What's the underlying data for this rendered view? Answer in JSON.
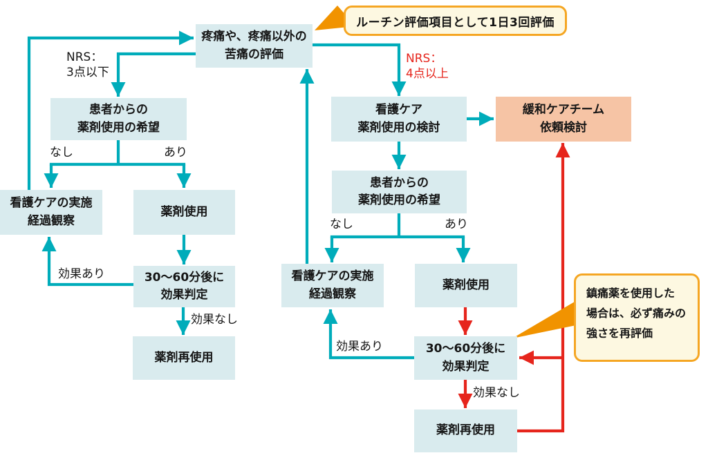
{
  "colors": {
    "arrow_teal": "#00acba",
    "arrow_red": "#e6251c",
    "node_fill": "#d9ebee",
    "palliative_fill": "#f6c4a5",
    "callout_fill": "#fdf8e1",
    "callout_border": "#f5a623",
    "callout_pointer": "#f19300",
    "text": "#151515",
    "nrs_high_text": "#e6251c"
  },
  "nodes": {
    "pain_eval": {
      "label": "疼痛や、疼痛以外の\n苦痛の評価"
    },
    "left_request": {
      "label": "患者からの\n薬剤使用の希望"
    },
    "left_nursing": {
      "label": "看護ケアの実施\n経過観察"
    },
    "left_med_use": {
      "label": "薬剤使用"
    },
    "left_judge": {
      "label": "30〜60分後に\n効果判定"
    },
    "left_med_reuse": {
      "label": "薬剤再使用"
    },
    "right_consider": {
      "label": "看護ケア\n薬剤使用の検討"
    },
    "palliative_team": {
      "label": "緩和ケアチーム\n依頼検討"
    },
    "right_request": {
      "label": "患者からの\n薬剤使用の希望"
    },
    "right_nursing": {
      "label": "看護ケアの実施\n経過観察"
    },
    "right_med_use": {
      "label": "薬剤使用"
    },
    "right_judge": {
      "label": "30〜60分後に\n効果判定"
    },
    "right_med_reuse": {
      "label": "薬剤再使用"
    }
  },
  "edge_labels": {
    "nrs_low": "NRS：\n3点以下",
    "nrs_high": "NRS：\n4点以上",
    "left_none": "なし",
    "left_yes": "あり",
    "right_none": "なし",
    "right_yes": "あり",
    "left_effect_yes": "効果あり",
    "left_effect_no": "効果なし",
    "right_effect_yes": "効果あり",
    "right_effect_no": "効果なし"
  },
  "callouts": {
    "routine": "ルーチン評価項目として1日3回評価",
    "reassess": "鎮痛薬を使用した\n場合は、必ず痛みの\n強さを再評価"
  }
}
